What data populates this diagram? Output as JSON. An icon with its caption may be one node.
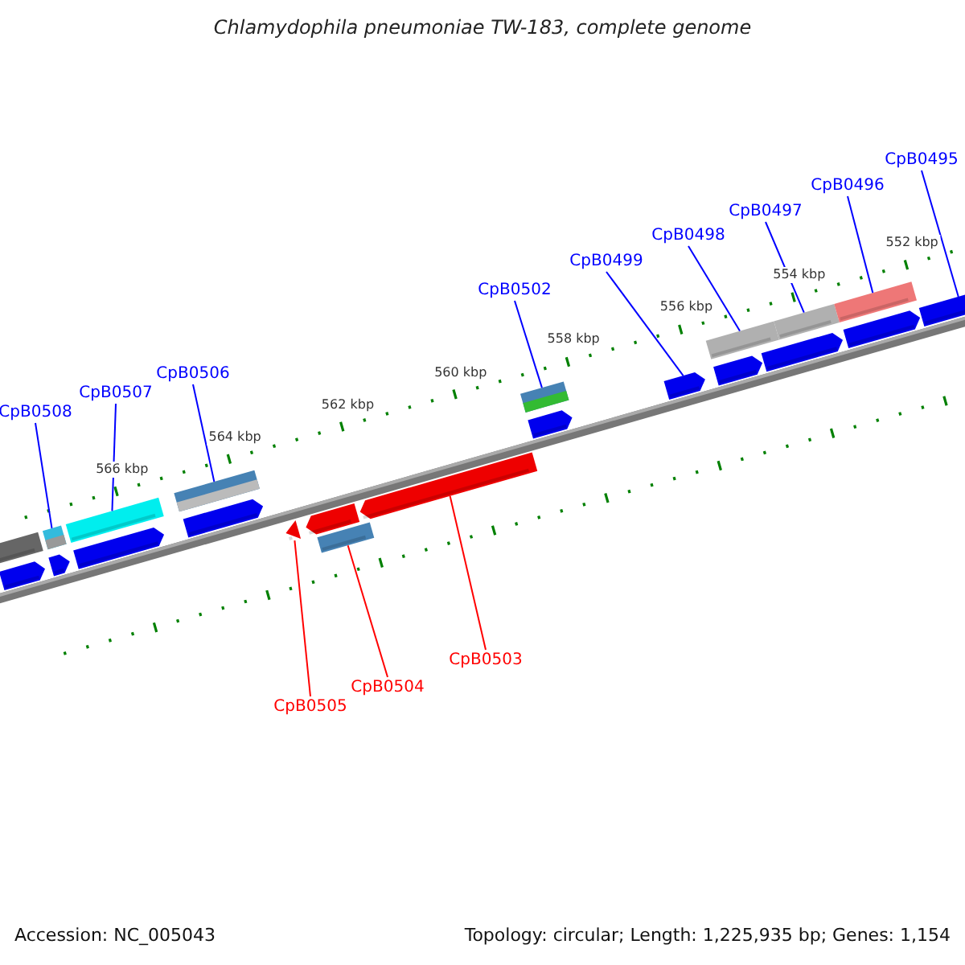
{
  "diagram": {
    "title": "Chlamydophila pneumoniae TW-183, complete genome",
    "nodes": [
      {
        "text": [
          "CpB0508"
        ]
      },
      {
        "text": [
          "CpB0507"
        ]
      },
      {
        "text": [
          "CpB0506"
        ]
      },
      {
        "text": [
          "CpB0502"
        ]
      },
      {
        "text": [
          "CpB0499"
        ]
      },
      {
        "text": [
          "CpB0498"
        ]
      },
      {
        "text": [
          "CpB0497"
        ]
      },
      {
        "text": [
          "CpB0496"
        ]
      },
      {
        "text": [
          "CpB0495"
        ]
      },
      {
        "text": [
          "CpB0505"
        ]
      },
      {
        "text": [
          "CpB0504"
        ]
      },
      {
        "text": [
          "CpB0503"
        ]
      },
      {
        "text": [],
        "shape": "bar"
      },
      {
        "text": [],
        "shape": "arrow"
      },
      {
        "text": [],
        "shape": "bar"
      },
      {
        "text": [],
        "shape": "arrow"
      },
      {
        "text": [],
        "shape": "bar"
      },
      {
        "text": [],
        "shape": "arrow"
      },
      {
        "text": [],
        "shape": "bar"
      },
      {
        "text": [],
        "shape": "arrow"
      },
      {
        "text": [],
        "shape": "triangle"
      },
      {
        "text": [],
        "shape": "arrow"
      },
      {
        "text": [],
        "shape": "bar"
      },
      {
        "text": [],
        "shape": "arrow"
      },
      {
        "text": [],
        "shape": "bar"
      },
      {
        "text": [],
        "shape": "arrow"
      },
      {
        "text": [],
        "shape": "arrow"
      },
      {
        "text": [],
        "shape": "bar"
      },
      {
        "text": [],
        "shape": "arrow"
      },
      {
        "text": [],
        "shape": "bar"
      },
      {
        "text": [],
        "shape": "arrow"
      },
      {
        "text": [],
        "shape": "bar"
      },
      {
        "text": [],
        "shape": "arrow"
      },
      {
        "text": [],
        "shape": "arrow"
      }
    ],
    "edges": [
      {
        "from": 0,
        "to": 14,
        "arrow": "none"
      },
      {
        "from": 1,
        "to": 16,
        "arrow": "none"
      },
      {
        "from": 2,
        "to": 18,
        "arrow": "none"
      },
      {
        "from": 3,
        "to": 24,
        "arrow": "none"
      },
      {
        "from": 4,
        "to": 26,
        "arrow": "none"
      },
      {
        "from": 5,
        "to": 27,
        "arrow": "none"
      },
      {
        "from": 6,
        "to": 29,
        "arrow": "none"
      },
      {
        "from": 7,
        "to": 31,
        "arrow": "none"
      },
      {
        "from": 8,
        "to": 33,
        "arrow": "none"
      },
      {
        "from": 9,
        "to": 20,
        "arrow": "none",
        "color": "#ff0000"
      },
      {
        "from": 10,
        "to": 22,
        "arrow": "none",
        "color": "#ff0000"
      },
      {
        "from": 11,
        "to": 23,
        "arrow": "none",
        "color": "#ff0000"
      }
    ],
    "labels": [
      "566 kbp",
      "564 kbp",
      "562 kbp",
      "560 kbp",
      "558 kbp",
      "556 kbp",
      "554 kbp",
      "552 kbp",
      "Accession: NC_005043",
      "Topology: circular; Length: 1,225,935 bp; Genes: 1,154"
    ]
  }
}
